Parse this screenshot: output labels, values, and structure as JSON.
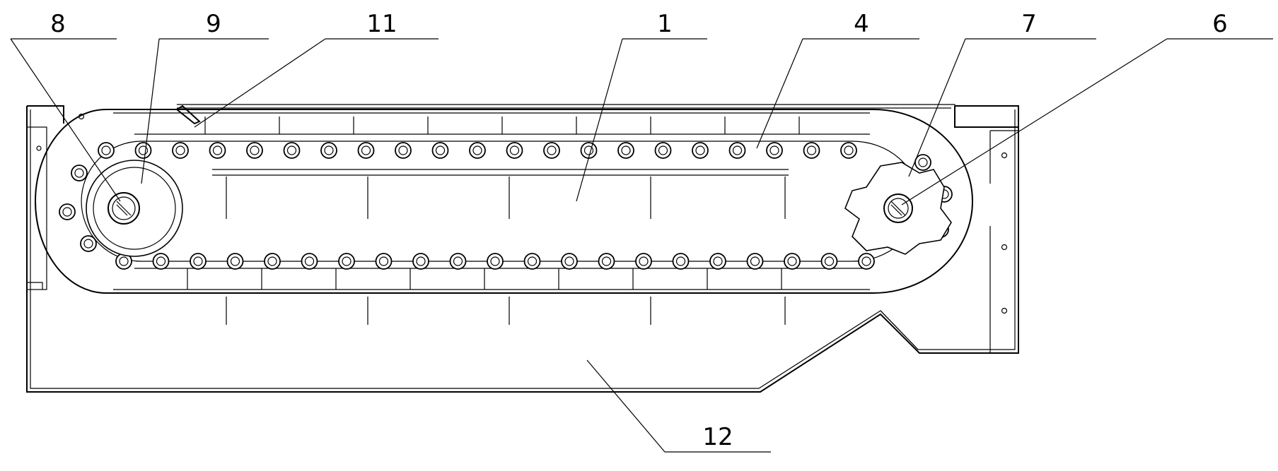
{
  "callouts": [
    {
      "id": "8",
      "label": "8"
    },
    {
      "id": "9",
      "label": "9"
    },
    {
      "id": "11",
      "label": "11"
    },
    {
      "id": "1",
      "label": "1"
    },
    {
      "id": "4",
      "label": "4"
    },
    {
      "id": "7",
      "label": "7"
    },
    {
      "id": "6",
      "label": "6"
    },
    {
      "id": "12",
      "label": "12"
    }
  ]
}
